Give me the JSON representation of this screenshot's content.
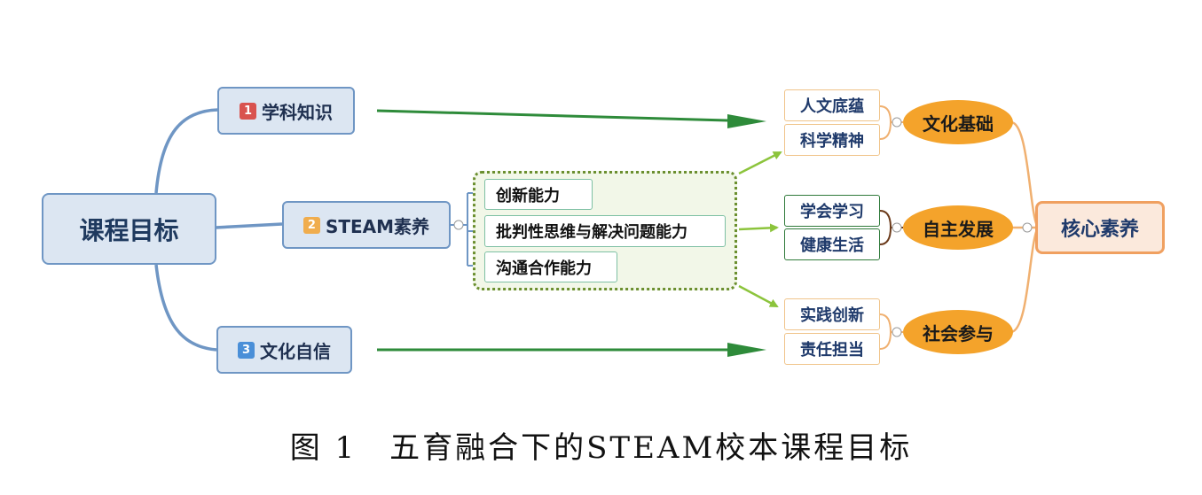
{
  "root": {
    "label": "课程目标"
  },
  "branches": [
    {
      "num": "1",
      "label": "学科知识"
    },
    {
      "num": "2",
      "label": "STEAM素养"
    },
    {
      "num": "3",
      "label": "文化自信"
    }
  ],
  "steam_skills": [
    "创新能力",
    "批判性思维与解决问题能力",
    "沟通合作能力"
  ],
  "groups": [
    {
      "label": "文化基础",
      "items": [
        "人文底蕴",
        "科学精神"
      ]
    },
    {
      "label": "自主发展",
      "items": [
        "学会学习",
        "健康生活"
      ]
    },
    {
      "label": "社会参与",
      "items": [
        "实践创新",
        "责任担当"
      ]
    }
  ],
  "core": {
    "label": "核心素养"
  },
  "caption": "图 1　五育融合下的STEAM校本课程目标",
  "colors": {
    "blue_border": "#6f96c4",
    "arrow_green": "#2e8b3a",
    "arrow_light_green": "#8cc43c",
    "orange": "#f4a32b",
    "core_border": "#f0a060"
  }
}
